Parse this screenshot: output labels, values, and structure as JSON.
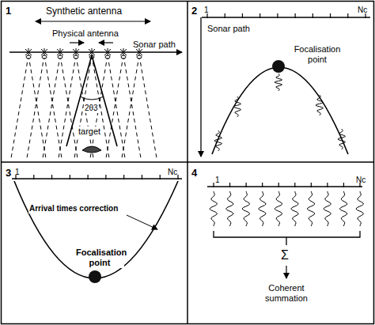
{
  "diagram": {
    "labels": [
      "1",
      "Synthetic antenna",
      "Physical antenna",
      "Sonar path",
      "2θ3",
      "target",
      "2",
      "1",
      "Nc",
      "Sonar path",
      "Focalisation point",
      "3",
      "1",
      "Nc",
      "Arrival times correction",
      "Focalisation point",
      "4",
      "1",
      "Nc",
      "Σ",
      "Coherent summation"
    ]
  }
}
